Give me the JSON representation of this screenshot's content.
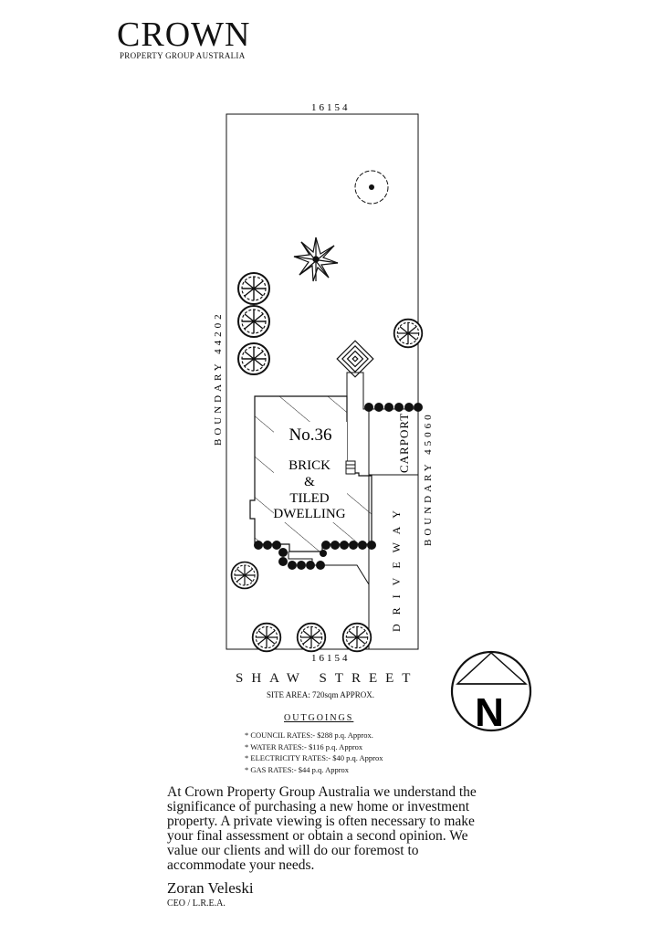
{
  "brand": {
    "name": "CROWN",
    "subtitle": "PROPERTY GROUP AUSTRALIA"
  },
  "plan": {
    "dim_top": "16154",
    "dim_bottom": "16154",
    "boundary_left": "BOUNDARY 44202",
    "boundary_right": "BOUNDARY 45060",
    "house_number": "No.36",
    "house_line1": "BRICK",
    "house_line2": "&",
    "house_line3": "TILED",
    "house_line4": "DWELLING",
    "carport": "CARPORT",
    "driveway": "DRIVEWAY"
  },
  "street": "SHAW STREET",
  "site_area": "SITE AREA: 720sqm APPROX.",
  "outgoings": {
    "heading": "OUTGOINGS",
    "items": [
      "* COUNCIL RATES:- $288 p.q. Approx.",
      "* WATER RATES:- $116 p.q. Approx",
      "* ELECTRICITY RATES:- $40 p.q. Approx",
      "* GAS RATES:- $44 p.q. Approx"
    ]
  },
  "north": "N",
  "paragraph": "At Crown Property Group Australia we understand the significance of purchasing a new home or investment property. A private viewing is often necessary to make your final assessment or obtain a second opinion. We value our clients and will do our foremost to accommodate your needs.",
  "signature": {
    "name": "Zoran Veleski",
    "title": "CEO / L.R.E.A."
  }
}
